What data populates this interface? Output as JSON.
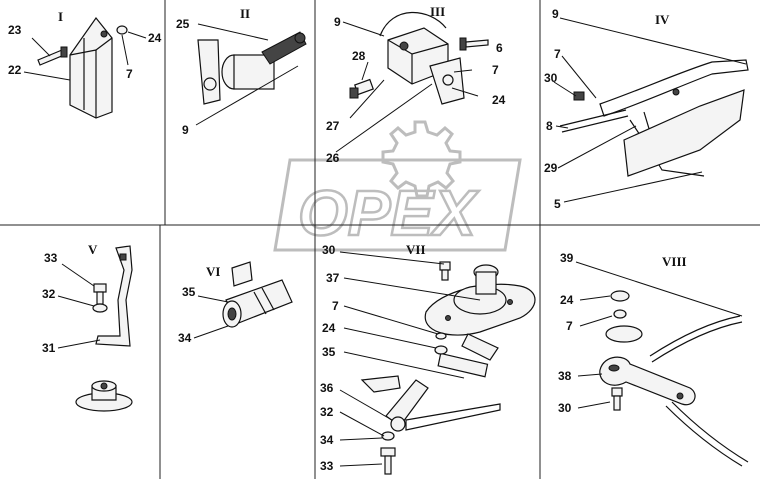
{
  "watermark": {
    "text": "OPEX"
  },
  "panels": [
    {
      "id": "I",
      "label": "I",
      "callouts": [
        "23",
        "24",
        "22",
        "7"
      ]
    },
    {
      "id": "II",
      "label": "II",
      "callouts": [
        "25",
        "9"
      ]
    },
    {
      "id": "III",
      "label": "III",
      "callouts": [
        "9",
        "28",
        "6",
        "7",
        "27",
        "24",
        "26"
      ]
    },
    {
      "id": "IV",
      "label": "IV",
      "callouts": [
        "9",
        "7",
        "30",
        "8",
        "29",
        "5"
      ]
    },
    {
      "id": "V",
      "label": "V",
      "callouts": [
        "33",
        "32",
        "31"
      ]
    },
    {
      "id": "VI",
      "label": "VI",
      "callouts": [
        "35",
        "34"
      ]
    },
    {
      "id": "VII",
      "label": "VII",
      "callouts": [
        "30",
        "37",
        "7",
        "24",
        "35",
        "36",
        "32",
        "34",
        "33"
      ]
    },
    {
      "id": "VIII",
      "label": "VIII",
      "callouts": [
        "39",
        "24",
        "7",
        "38",
        "30"
      ]
    }
  ]
}
